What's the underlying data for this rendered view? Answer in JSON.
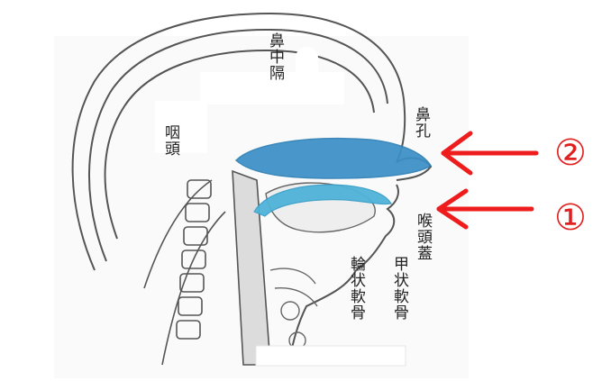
{
  "labels": {
    "nasal_septum": "鼻中隔",
    "pharynx": "咽頭",
    "nostril": "鼻孔",
    "epiglottis": "喉頭蓋",
    "cricoid_cartilage": "輪状軟骨",
    "thyroid_cartilage": "甲状軟骨"
  },
  "markers": {
    "upper": "②",
    "lower": "①"
  },
  "colors": {
    "nasal_passage": "#3a8fc7",
    "oral_passage": "#4fb3d9",
    "arrow": "#ee1c1c",
    "line": "#555555"
  }
}
